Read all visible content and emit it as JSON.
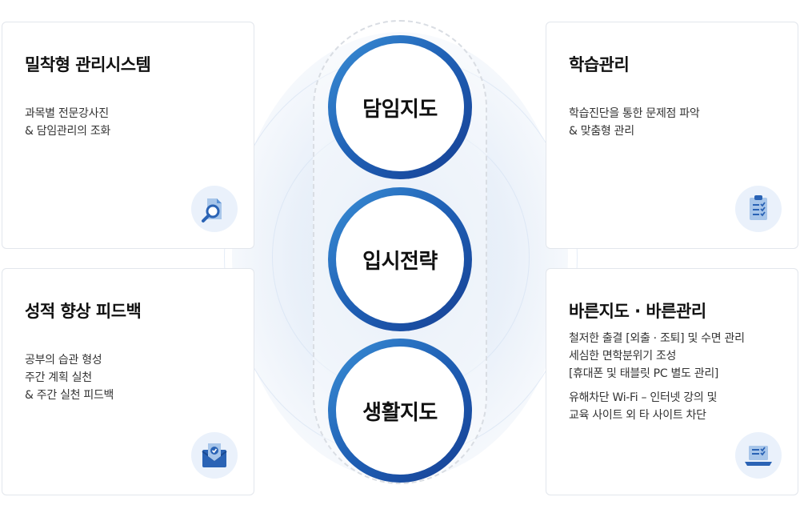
{
  "cards": {
    "top_left": {
      "title": "밀착형 관리시스템",
      "lines": [
        "과목별 전문강사진",
        "& 담임관리의 조화"
      ],
      "icon": "document-search-icon"
    },
    "bottom_left": {
      "title": "성적 향상 피드백",
      "lines": [
        "공부의 습관 형성",
        "주간 계획 실천",
        "& 주간 실천 피드백"
      ],
      "icon": "mail-check-icon"
    },
    "top_right": {
      "title": "학습관리",
      "lines": [
        "학습진단을 통한 문제점 파악",
        "& 맞춤형 관리"
      ],
      "icon": "clipboard-checklist-icon"
    },
    "bottom_right": {
      "title": "바른지도 · 바른관리",
      "lines": [
        "철저한 출결 [외출 · 조퇴] 및 수면 관리",
        "세심한 면학분위기 조성",
        "[휴대폰 및 태블릿 PC 별도 관리]",
        "유해차단 Wi-Fi – 인터넷 강의 및",
        "교육 사이트 외 타 사이트 차단"
      ],
      "icon": "laptop-checklist-icon"
    }
  },
  "center": {
    "items": [
      "담임지도",
      "입시전략",
      "생활지도"
    ]
  },
  "colors": {
    "accent": "#1f5fb4",
    "accent_light": "#3a8fd6",
    "icon_bg": "#eaf1fb"
  }
}
